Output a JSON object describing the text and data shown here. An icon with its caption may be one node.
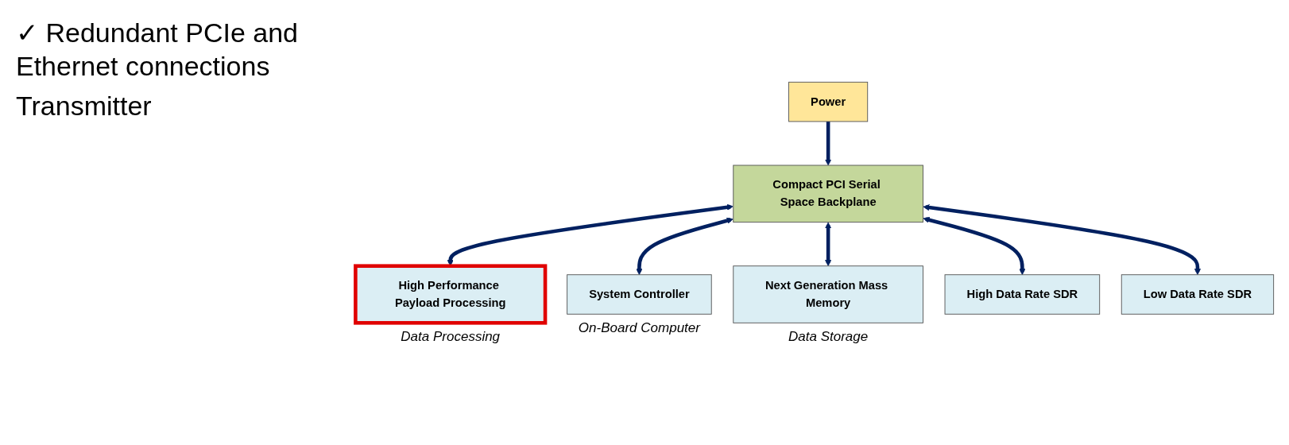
{
  "diagram": {
    "nodes": [
      {
        "text": [
          "Power"
        ]
      },
      {
        "text": [
          "Compact PCI Serial Space Backplane"
        ]
      },
      {
        "text": [
          "High Performance Payload Processing"
        ],
        "beside": [
          "Data Processing"
        ]
      },
      {
        "text": [
          "System Controller"
        ],
        "beside": [
          "On-Board Computer"
        ]
      },
      {
        "text": [
          "Next Generation Mass Memory"
        ],
        "beside": [
          "Data Storage"
        ]
      },
      {
        "text": [
          "High Data Rate SDR"
        ]
      },
      {
        "text": [
          "Low Data Rate SDR"
        ]
      }
    ],
    "edges": [
      {
        "from": 0,
        "to": 1,
        "arrow": "to"
      },
      {
        "from": 1,
        "to": 2,
        "arrow": "both"
      },
      {
        "from": 1,
        "to": 3,
        "arrow": "both"
      },
      {
        "from": 1,
        "to": 4,
        "arrow": "both"
      },
      {
        "from": 1,
        "to": 5,
        "arrow": "both"
      },
      {
        "from": 1,
        "to": 6,
        "arrow": "both"
      }
    ],
    "labels": [
      "✓ Redundant PCIe and Ethernet connections",
      "Transmitter"
    ]
  }
}
